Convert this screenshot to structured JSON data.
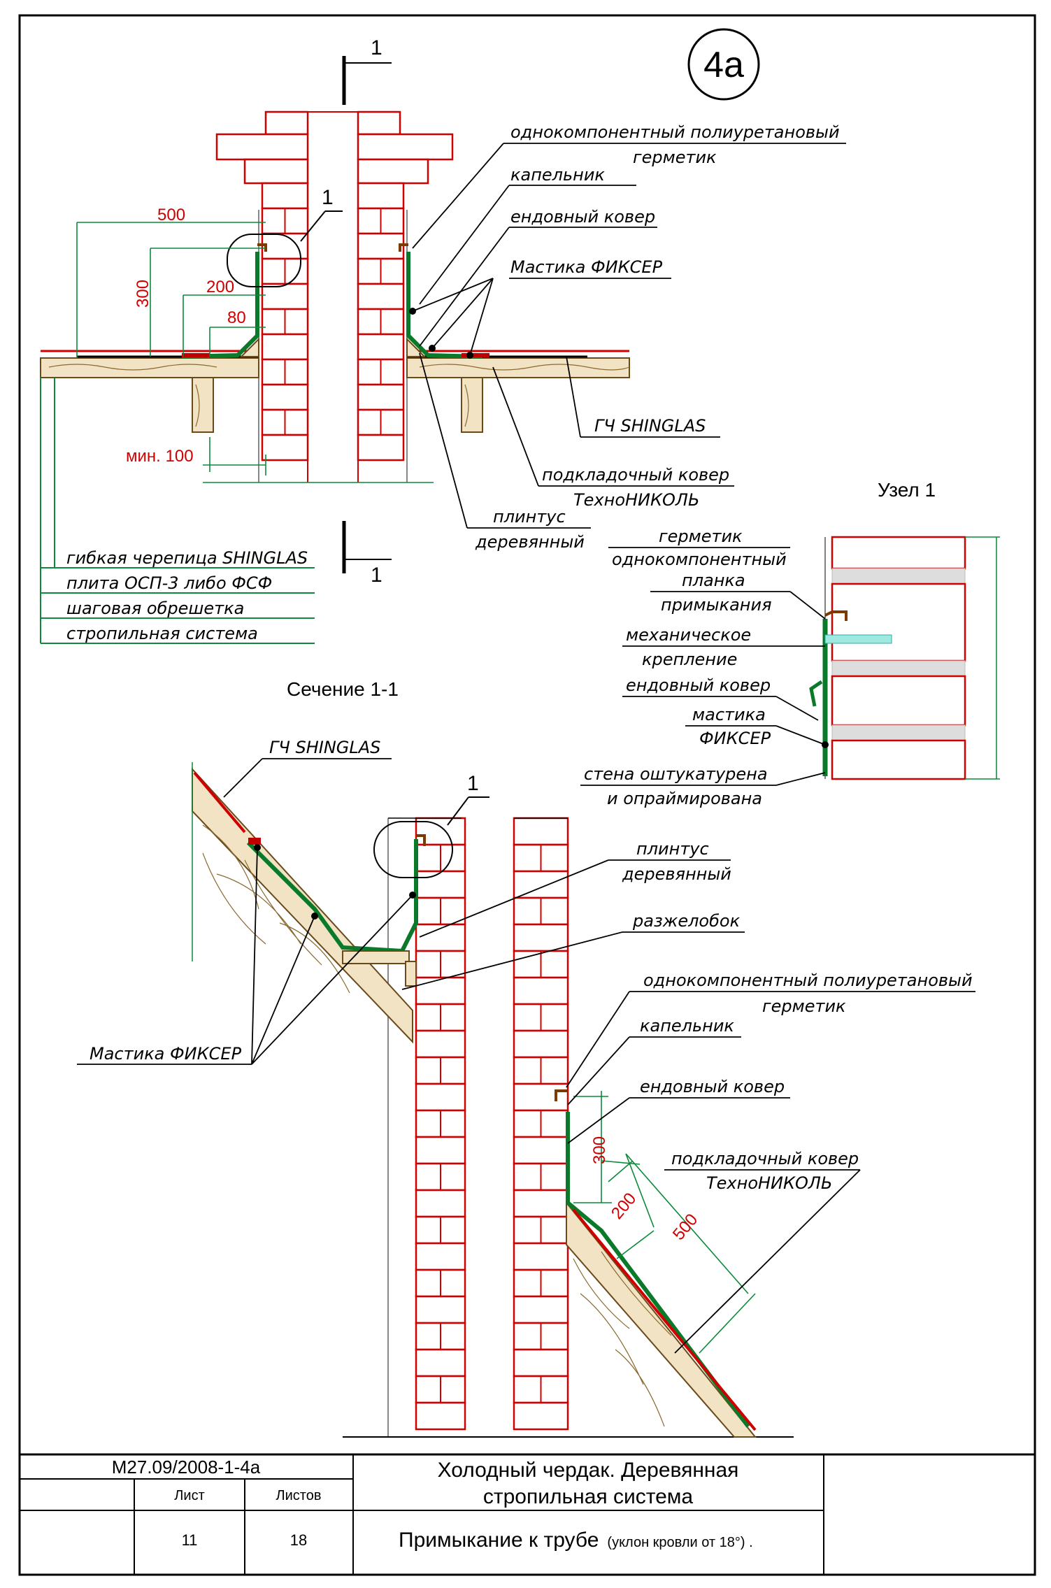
{
  "sheet": {
    "badge": "4а",
    "section_mark": "1",
    "node_mark": "1",
    "node_title": "Узел 1",
    "section_title": "Сечение 1-1"
  },
  "top_view": {
    "labels": {
      "sealant_line1": "однокомпонентный полиуретановый",
      "sealant_line2": "герметик",
      "drip": "капельник",
      "valley": "ендовный ковер",
      "mastic": "Мастика ФИКСЕР",
      "shingles": "ГЧ SHINGLAS",
      "underlay_line1": "подкладочный ковер",
      "underlay_line2": "ТехноНИКОЛЬ",
      "plinth_line1": "плинтус",
      "plinth_line2": "деревянный"
    },
    "dimensions": {
      "d500": "500",
      "d300": "300",
      "d200": "200",
      "d80": "80",
      "dmin100": "мин. 100"
    },
    "layers": [
      "гибкая черепица SHINGLAS",
      "плита ОСП-3 либо ФСФ",
      "шаговая обрешетка",
      "стропильная система"
    ]
  },
  "node1": {
    "labels": [
      "герметик",
      "однокомпонентный",
      "планка",
      "примыкания",
      "механическое",
      "крепление",
      "ендовный ковер",
      "мастика",
      "ФИКСЕР",
      "стена оштукатурена",
      "и опраймирована"
    ]
  },
  "section": {
    "labels": {
      "shingles": "ГЧ SHINGLAS",
      "plinth_line1": "плинтус",
      "plinth_line2": "деревянный",
      "gutter": "разжелобок",
      "mastic": "Мастика ФИКСЕР",
      "sealant_line1": "однокомпонентный полиуретановый",
      "sealant_line2": "герметик",
      "drip": "капельник",
      "valley": "ендовный ковер",
      "underlay_line1": "подкладочный ковер",
      "underlay_line2": "ТехноНИКОЛЬ"
    },
    "dimensions": {
      "d300": "300",
      "d200": "200",
      "d500": "500"
    }
  },
  "title_block": {
    "code": "М27.09/2008-1-4а",
    "sheet_label": "Лист",
    "sheets_label": "Листов",
    "sheet_value": "11",
    "sheets_value": "18",
    "title_line1": "Холодный чердак. Деревянная",
    "title_line2": "стропильная система",
    "subtitle": "Примыкание к трубе",
    "subtitle_note": "(уклон кровли от 18°) ."
  },
  "colors": {
    "brick": "#d00000",
    "membrane": "#0a7a2a",
    "dimension": "#0a8a3a",
    "wood": "#f1e3c4"
  }
}
